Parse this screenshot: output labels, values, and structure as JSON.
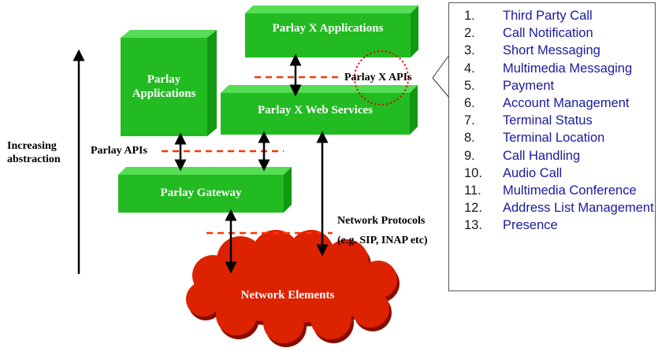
{
  "diagram": {
    "boxes": {
      "parlay_x_applications": "Parlay X Applications",
      "parlay_applications": "Parlay Applications",
      "parlay_x_web_services": "Parlay X Web Services",
      "parlay_gateway": "Parlay Gateway"
    },
    "cloud_label": "Network Elements",
    "labels": {
      "increasing_abstraction": "Increasing abstraction",
      "parlay_apis": "Parlay APIs",
      "parlay_x_apis": "Parlay X APIs",
      "network_protocols": "Network Protocols",
      "network_protocols_example": "(e.g. SIP, INAP etc)"
    },
    "colors": {
      "box_front": "#22bb22",
      "box_top": "#55dd55",
      "box_side": "#119911",
      "cloud": "#dd2200",
      "dashed": "#ff3300",
      "highlight_circle": "#dd0000",
      "list_text": "#1a1aa0"
    }
  },
  "services": [
    {
      "num": "1.",
      "name": "Third Party Call"
    },
    {
      "num": "2.",
      "name": "Call Notification"
    },
    {
      "num": "3.",
      "name": "Short Messaging"
    },
    {
      "num": "4.",
      "name": "Multimedia Messaging"
    },
    {
      "num": "5.",
      "name": "Payment"
    },
    {
      "num": "6.",
      "name": "Account Management"
    },
    {
      "num": "7.",
      "name": "Terminal Status"
    },
    {
      "num": "8.",
      "name": "Terminal Location"
    },
    {
      "num": "9.",
      "name": "Call Handling"
    },
    {
      "num": "10.",
      "name": "Audio Call"
    },
    {
      "num": "11.",
      "name": "Multimedia Conference"
    },
    {
      "num": "12.",
      "name": "Address List Management"
    },
    {
      "num": "13.",
      "name": "Presence"
    }
  ]
}
